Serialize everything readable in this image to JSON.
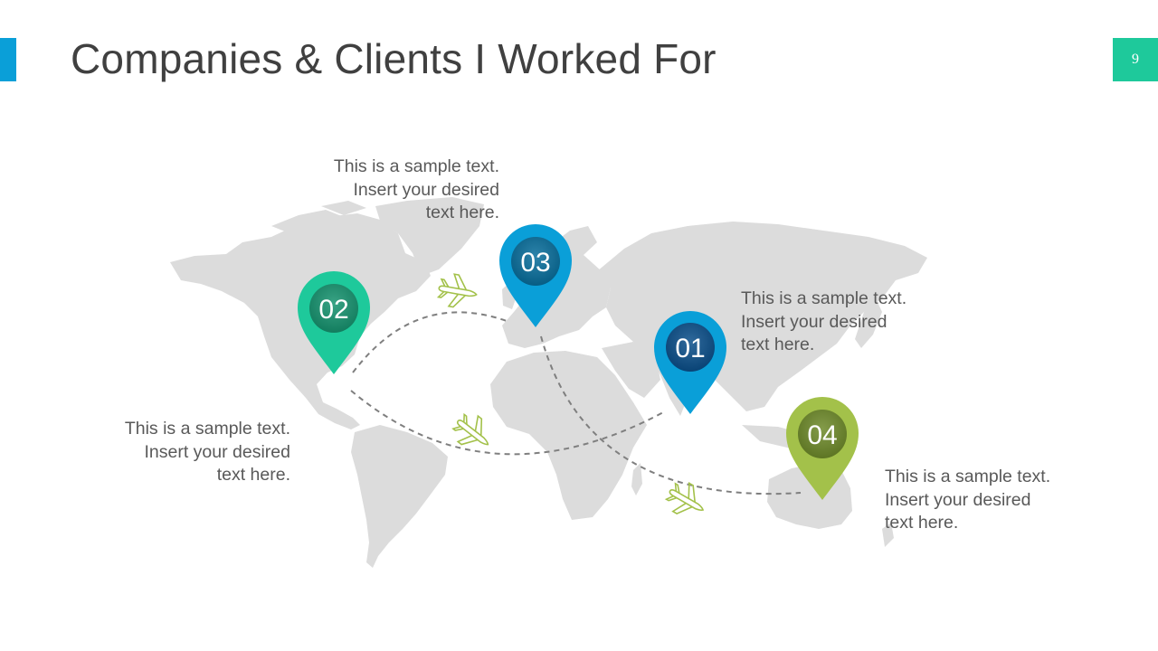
{
  "slide": {
    "title": "Companies & Clients I Worked For",
    "page_number": "9"
  },
  "colors": {
    "accent_blue": "#0a9fd8",
    "accent_teal": "#1ec99b",
    "pin_01": "#0a9fd8",
    "pin_02": "#1ec99b",
    "pin_03": "#0a9fd8",
    "pin_04": "#a3c14a",
    "map_land": "#dcdcdc",
    "route_line": "#7f7f7f",
    "airplane": "#a3c14a"
  },
  "pins": [
    {
      "number": "01"
    },
    {
      "number": "02"
    },
    {
      "number": "03"
    },
    {
      "number": "04"
    }
  ],
  "labels": {
    "pin_01": [
      "This is a sample text.",
      "Insert your desired",
      "text here."
    ],
    "pin_02": [
      "This is a sample text.",
      "Insert your desired",
      "text here."
    ],
    "pin_03": [
      "This is a sample text.",
      "Insert your desired",
      "text here."
    ],
    "pin_04": [
      "This is a sample text.",
      "Insert your desired",
      "text here."
    ]
  },
  "icons": {
    "pin": "map-pin-icon",
    "airplane": "airplane-icon"
  }
}
